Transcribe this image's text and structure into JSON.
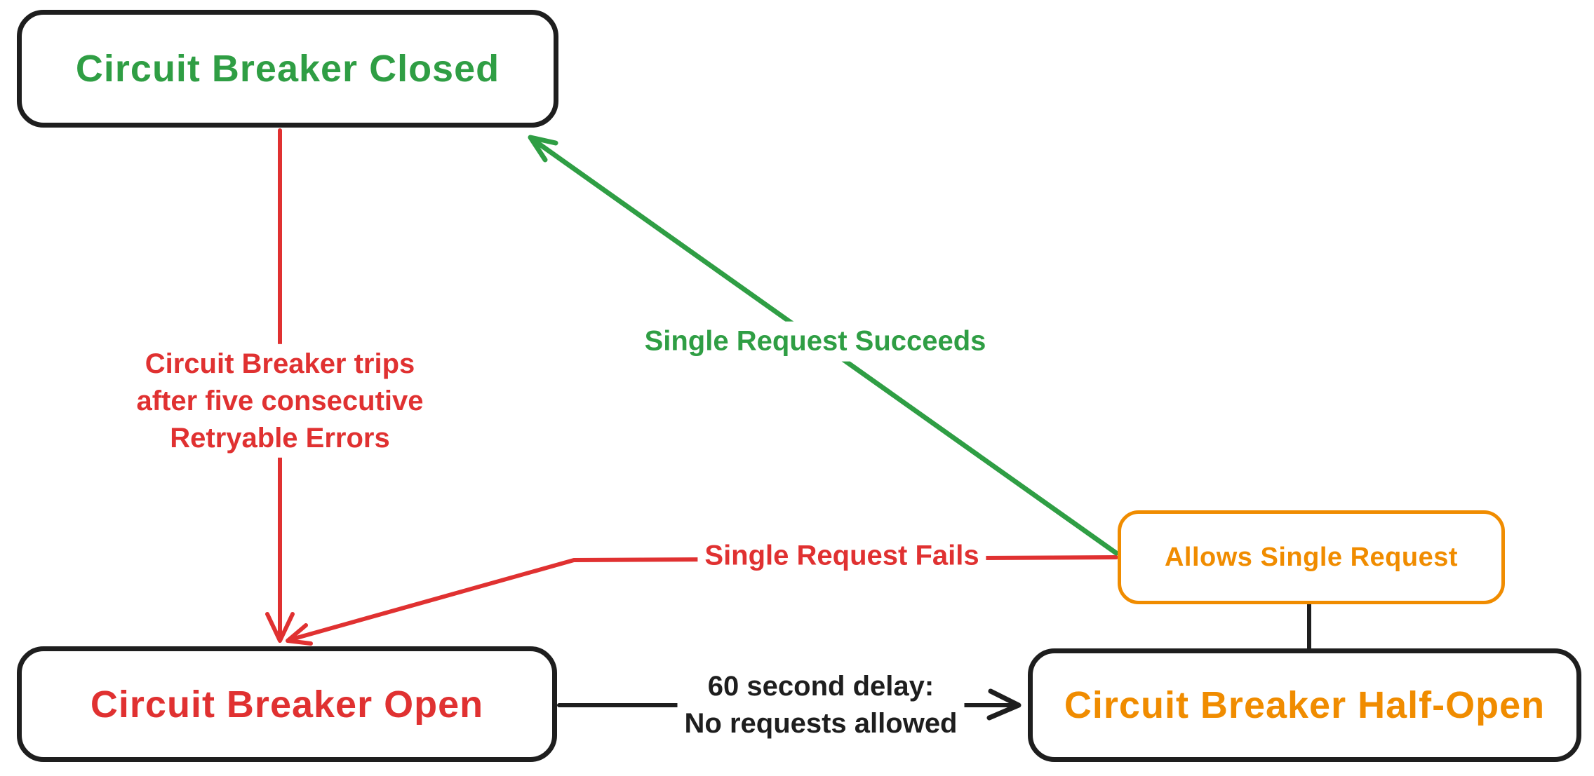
{
  "diagram": {
    "title": "Circuit Breaker state diagram",
    "colors": {
      "green": "#2f9e44",
      "red": "#e03131",
      "orange": "#f08c00",
      "black": "#1e1e1e",
      "background": "#ffffff"
    },
    "nodes": {
      "closed": {
        "label": "Circuit Breaker Closed",
        "text_color": "#2f9e44",
        "border_color": "#1e1e1e"
      },
      "open": {
        "label": "Circuit Breaker Open",
        "text_color": "#e03131",
        "border_color": "#1e1e1e"
      },
      "half_open": {
        "label": "Circuit Breaker Half-Open",
        "text_color": "#f08c00",
        "border_color": "#1e1e1e"
      },
      "allows": {
        "label": "Allows Single Request",
        "text_color": "#f08c00",
        "border_color": "#f08c00"
      }
    },
    "edges": {
      "trip": {
        "from": "closed",
        "to": "open",
        "color": "#e03131",
        "label_line1": "Circuit Breaker trips",
        "label_line2": "after five consecutive",
        "label_line3": "Retryable Errors"
      },
      "succeed": {
        "from": "allows",
        "to": "closed",
        "color": "#2f9e44",
        "label": "Single Request Succeeds"
      },
      "fail": {
        "from": "allows",
        "to": "open",
        "color": "#e03131",
        "label": "Single Request Fails"
      },
      "delay": {
        "from": "open",
        "to": "half_open",
        "color": "#1e1e1e",
        "label_line1": "60 second delay:",
        "label_line2": "No requests allowed"
      },
      "allows_link": {
        "from": "allows",
        "to": "half_open",
        "color": "#1e1e1e",
        "label": ""
      }
    }
  }
}
